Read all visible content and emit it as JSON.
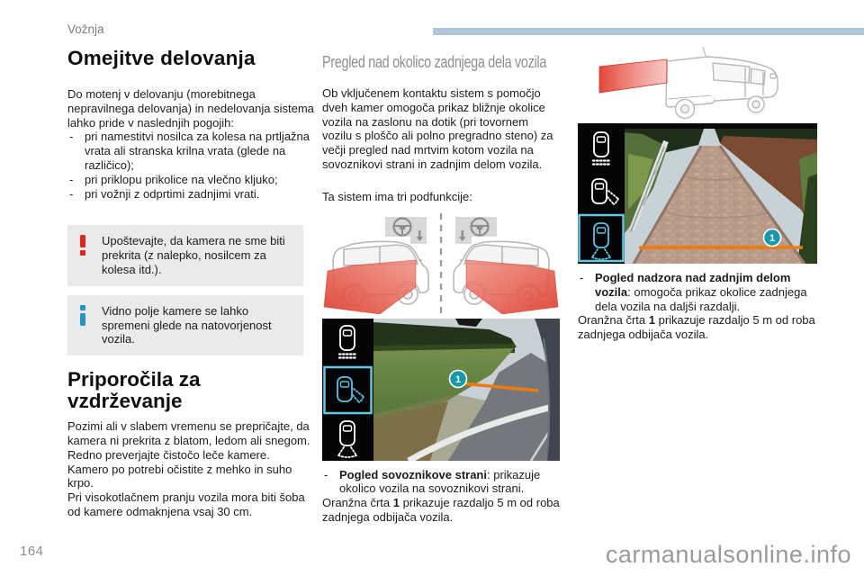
{
  "page": {
    "header_label": "Vožnja",
    "page_number": "164",
    "watermark": "carmanualsonline.info"
  },
  "colors": {
    "accent_bar": "#aec7de",
    "warning_red": "#e1261c",
    "info_blue": "#2893c8",
    "note_box_bg": "#eaeaea",
    "camera_zone_red": "#e24335",
    "orange_distance_line": "#ef7a12",
    "marker_teal": "#1898ab",
    "mode_highlight_cyan": "#66c6e6"
  },
  "left": {
    "title": "Omejitve delovanja",
    "intro": "Do motenj v delovanju (morebitnega nepravilnega delovanja) in nedelovanja sistema lahko pride v naslednjih pogojih:",
    "bullet_marker": "-",
    "bullets": [
      "pri namestitvi nosilca za kolesa na prtljažna vrata ali stranska krilna vrata (glede na različico);",
      "pri priklopu prikolice na vlečno kljuko;",
      "pri vožnji z odprtimi zadnjimi vrati."
    ],
    "warning_note": "Upoštevajte, da kamera ne sme biti prekrita (z nalepko, nosilcem za kolesa itd.).",
    "info_note": "Vidno polje kamere se lahko spremeni glede na natovorjenost vozila.",
    "maintenance_title": "Priporočila za vzdrževanje",
    "maintenance_lines": [
      "Pozimi ali v slabem vremenu se prepričajte, da kamera ni prekrita z blatom, ledom ali snegom.",
      "Redno preverjajte čistočo leče kamere.",
      "Kamero po potrebi očistite z mehko in suho krpo.",
      "Pri visokotlačnem pranju vozila mora biti šoba od kamere odmaknjena vsaj 30 cm."
    ]
  },
  "middle": {
    "title": "Pregled nad okolico zadnjega dela vozila",
    "intro": "Ob vključenem kontaktu sistem s pomočjo dveh kamer omogoča prikaz bližnje okolice vozila na zaslonu na dotik (pri tovornem vozilu s ploščo ali polno pregradno steno) za večji pregled nad mrtvim kotom vozila na sovoznikovi strani in zadnjim delom vozila.",
    "subfunctions_line": "Ta sistem ima tri podfunkcije:",
    "marker_number": "1",
    "caption": {
      "bullet": "-",
      "label": "Pogled sovoznikove strani",
      "text": ": prikazuje okolico vozila na sovoznikovi strani.",
      "note_pre": "Oranžna črta ",
      "note_num": "1",
      "note_post": " prikazuje razdaljo 5 m od roba zadnjega odbijača vozila."
    }
  },
  "right": {
    "marker_number": "1",
    "caption": {
      "bullet": "-",
      "label": "Pogled nadzora nad zadnjim delom vozila",
      "text": ": omogoča prikaz okolice zadnjega dela vozila na daljši razdalji.",
      "note_pre": "Oranžna črta ",
      "note_num": "1",
      "note_post": " prikazuje razdaljo 5 m od roba zadnjega odbijača vozila."
    }
  }
}
